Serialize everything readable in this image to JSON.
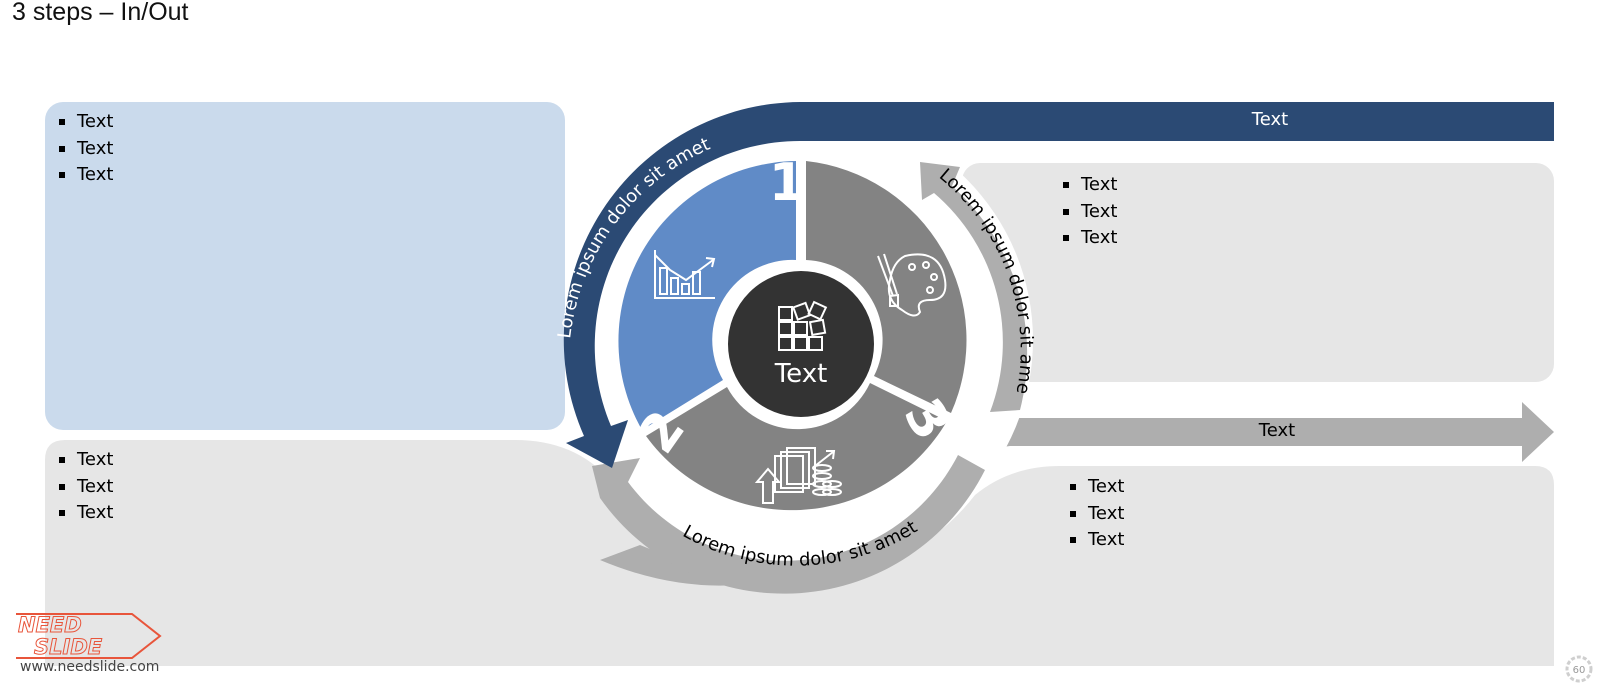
{
  "slide": {
    "title": "3 steps – In/Out",
    "page_number": "60"
  },
  "colors": {
    "dark_blue": "#2b4a74",
    "mid_blue": "#608bc7",
    "light_blue_panel": "#cadaec",
    "gray_segment": "#838383",
    "light_gray_arrow": "#aeaeae",
    "panel_gray": "#e6e6e6",
    "center": "#333333"
  },
  "top_bar": {
    "label": "Text"
  },
  "right_arrow": {
    "label": "Text"
  },
  "panels": {
    "top_left": {
      "bullets": [
        "Text",
        "Text",
        "Text"
      ]
    },
    "bottom_left": {
      "bullets": [
        "Text",
        "Text",
        "Text"
      ]
    },
    "top_right": {
      "bullets": [
        "Text",
        "Text",
        "Text"
      ]
    },
    "bottom_right": {
      "bullets": [
        "Text",
        "Text",
        "Text"
      ]
    }
  },
  "cycle": {
    "center_label": "Text",
    "center_icon": "grid-blocks-icon",
    "segments": [
      {
        "number": "1",
        "icon": "bar-chart-growth-icon"
      },
      {
        "number": "2",
        "icon": "documents-coins-icon"
      },
      {
        "number": "3",
        "icon": "palette-brush-icon"
      }
    ],
    "arc_labels": {
      "left": "Lorem ipsum dolor sit amet",
      "right": "Lorem ipsum dolor sit amet",
      "bottom": "Lorem ipsum dolor sit amet"
    }
  },
  "logo": {
    "brand_line1": "NEED",
    "brand_line2": "SLIDE",
    "url": "www.needslide.com"
  }
}
